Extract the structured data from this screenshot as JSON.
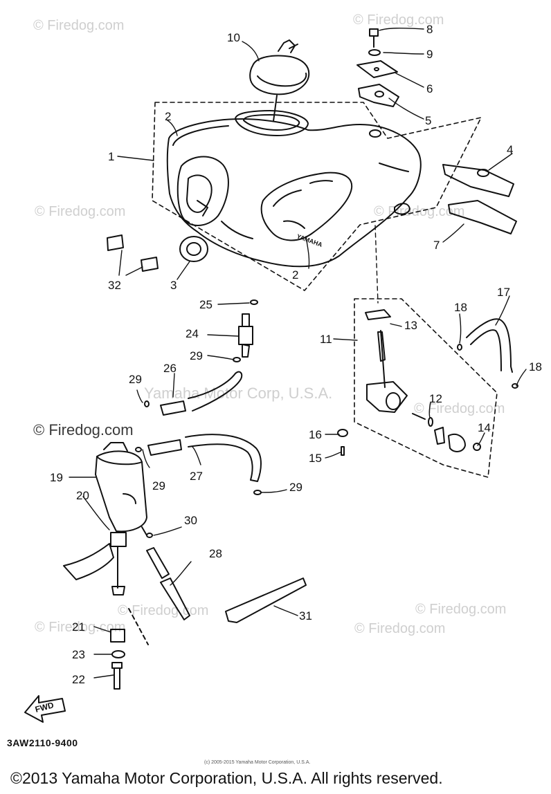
{
  "watermark": {
    "text": "© Firedog.com",
    "center_text": "Yamaha Motor Corp, U.S.A."
  },
  "callouts": [
    "1",
    "2",
    "2",
    "3",
    "4",
    "5",
    "6",
    "7",
    "8",
    "9",
    "10",
    "11",
    "12",
    "13",
    "14",
    "15",
    "16",
    "17",
    "18",
    "18",
    "19",
    "20",
    "21",
    "22",
    "23",
    "24",
    "25",
    "26",
    "27",
    "28",
    "29",
    "29",
    "29",
    "29",
    "30",
    "31",
    "32"
  ],
  "fwd_label": "FWD",
  "part_code": "3AW2110-9400",
  "tiny_note": "(c) 2005-2015 Yamaha Motor Corporation, U.S.A.",
  "copyright": "©2013 Yamaha Motor Corporation, U.S.A. All rights reserved.",
  "tank_logo_text": "YAMAHA"
}
